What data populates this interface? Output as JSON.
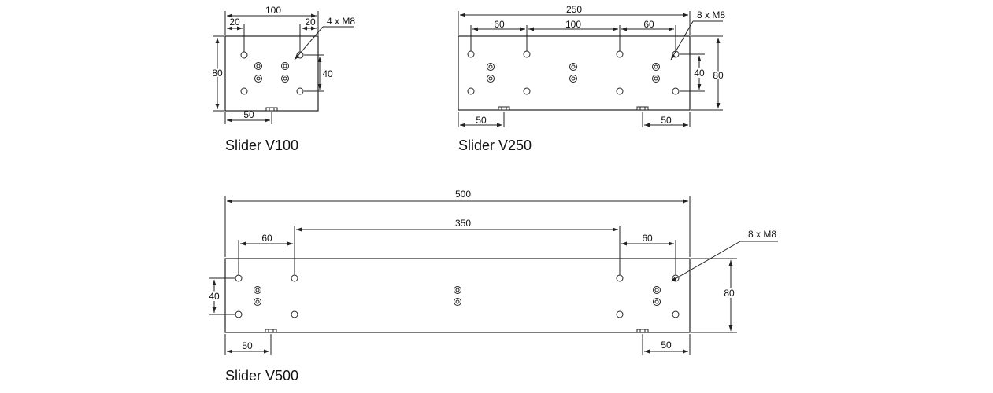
{
  "sliders": [
    {
      "title": "Slider V100",
      "dims": {
        "overall": "100",
        "edge_left": "20",
        "edge_right": "20",
        "height": "80",
        "hole_spacing_v": "40",
        "notch_offset": "50"
      },
      "hole_note": "4 x M8"
    },
    {
      "title": "Slider V250",
      "dims": {
        "overall": "250",
        "spacing_left": "60",
        "spacing_mid": "100",
        "spacing_right": "60",
        "height": "80",
        "hole_spacing_v": "40",
        "notch_left": "50",
        "notch_right": "50"
      },
      "hole_note": "8 x M8"
    },
    {
      "title": "Slider V500",
      "dims": {
        "overall": "500",
        "spacing_left": "60",
        "spacing_mid": "350",
        "spacing_right": "60",
        "height": "80",
        "hole_spacing_v": "40",
        "notch_left": "50",
        "notch_right": "50"
      },
      "hole_note": "8 x M8"
    }
  ]
}
